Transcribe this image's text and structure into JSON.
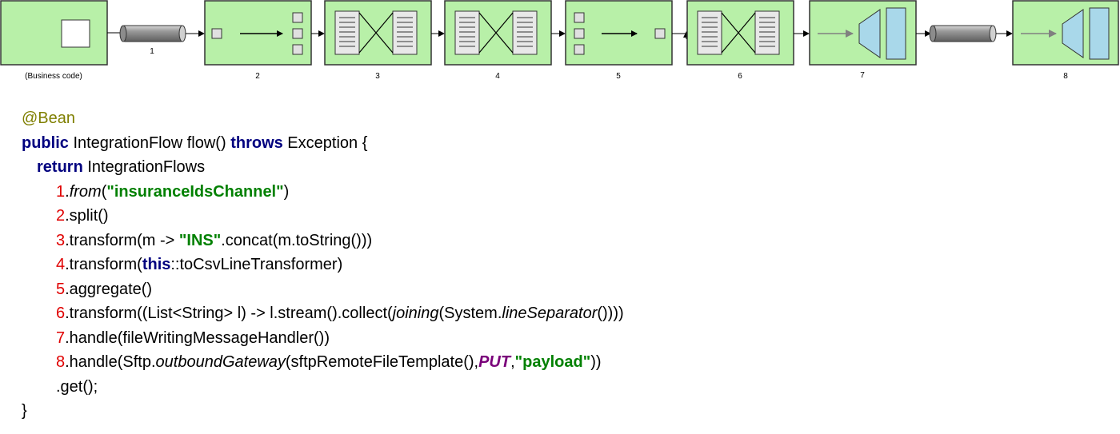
{
  "diagram": {
    "labels": [
      "(Business code)",
      "1",
      "2",
      "3",
      "4",
      "5",
      "6",
      "7",
      "8"
    ],
    "colors": {
      "block_fill": "#b8f0a8",
      "block_stroke": "#333333",
      "pipe": "#8c8c8c",
      "adapter_fill": "#a9d8ea"
    }
  },
  "code": {
    "annotation": "@Bean",
    "sig_public": "public",
    "sig_middle": " IntegrationFlow flow() ",
    "sig_throws": "throws",
    "sig_end": " Exception {",
    "ret_kw": "return",
    "ret_rest": " IntegrationFlows",
    "l1_num": "1",
    "l1_dot": ".",
    "l1_from": "from",
    "l1_open": "(",
    "l1_str": "\"insuranceIdsChannel\"",
    "l1_close": ")",
    "l2_num": "2",
    "l2_text": ".split()",
    "l3_num": "3",
    "l3_a": ".transform(m -> ",
    "l3_str": "\"INS\"",
    "l3_b": ".concat(m.toString()))",
    "l4_num": "4",
    "l4_a": ".transform(",
    "l4_kw": "this",
    "l4_b": "::toCsvLineTransformer)",
    "l5_num": "5",
    "l5_text": ".aggregate()",
    "l6_num": "6",
    "l6_a": ".transform((List<String> l) -> l.stream().collect(",
    "l6_joining": "joining",
    "l6_b": "(System.",
    "l6_sep": "lineSeparator",
    "l6_c": "())))",
    "l7_num": "7",
    "l7_text": ".handle(fileWritingMessageHandler())",
    "l8_num": "8",
    "l8_a": ".handle(Sftp.",
    "l8_gw": "outboundGateway",
    "l8_b": "(sftpRemoteFileTemplate(),",
    "l8_put": "PUT",
    "l8_c": ",",
    "l8_str": "\"payload\"",
    "l8_d": "))",
    "get_line": ".get();",
    "close_brace": "}"
  }
}
